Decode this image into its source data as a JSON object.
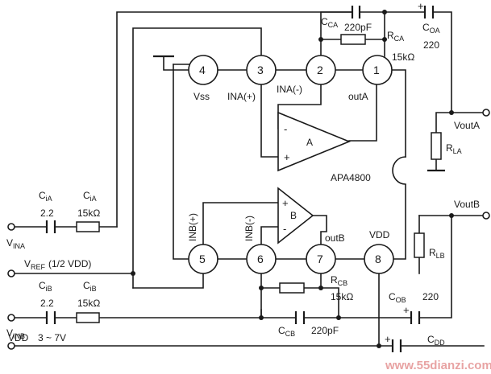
{
  "diagram": {
    "chip": {
      "name": "APA4800"
    },
    "pins": [
      {
        "number": "1",
        "label": "outA"
      },
      {
        "number": "2",
        "label": "INA(-)"
      },
      {
        "number": "3",
        "label": "INA(+)"
      },
      {
        "number": "4",
        "label": "Vss"
      },
      {
        "number": "5",
        "label": "INB(+)"
      },
      {
        "number": "6",
        "label": "INB(-)"
      },
      {
        "number": "7",
        "label": "outB"
      },
      {
        "number": "8",
        "label": "VDD"
      }
    ],
    "amplifiers": {
      "a": {
        "label": "A",
        "minus": "-",
        "plus": "+"
      },
      "b": {
        "label": "B",
        "plus": "+",
        "minus": "-"
      }
    },
    "components": {
      "cca": {
        "name": "C",
        "sub": "CA",
        "value": "220pF"
      },
      "rca": {
        "name": "R",
        "sub": "CA",
        "value": "15kΩ"
      },
      "coa": {
        "name": "C",
        "sub": "OA",
        "value": "220"
      },
      "rla": {
        "name": "R",
        "sub": "LA"
      },
      "cia": {
        "name": "C",
        "sub": "iA",
        "value": "2.2"
      },
      "ria": {
        "name": "C",
        "sub": "iA",
        "value": "15kΩ"
      },
      "rlb": {
        "name": "R",
        "sub": "LB"
      },
      "cib": {
        "name": "C",
        "sub": "iB",
        "value": "2.2"
      },
      "rib": {
        "name": "C",
        "sub": "iB",
        "value": "15kΩ"
      },
      "rcb": {
        "name": "R",
        "sub": "CB",
        "value": "15kΩ"
      },
      "cob": {
        "name": "C",
        "sub": "OB",
        "value": "220"
      },
      "ccb": {
        "name": "C",
        "sub": "CB",
        "value": "220pF"
      },
      "cdd": {
        "name": "C",
        "sub": "DD"
      }
    },
    "terminals": {
      "vina": {
        "name": "V",
        "sub": "INA"
      },
      "vref": {
        "name": "V",
        "sub": "REF",
        "note": "(1/2  VDD)"
      },
      "vinb": {
        "name": "V",
        "sub": "INB"
      },
      "vdd": {
        "name": "VDD",
        "range": "3 ~ 7V"
      },
      "vouta": {
        "name": "VoutA"
      },
      "voutb": {
        "name": "VoutB"
      }
    },
    "polarity": {
      "plus": "+"
    },
    "watermark": "www.55dianzi.com"
  }
}
